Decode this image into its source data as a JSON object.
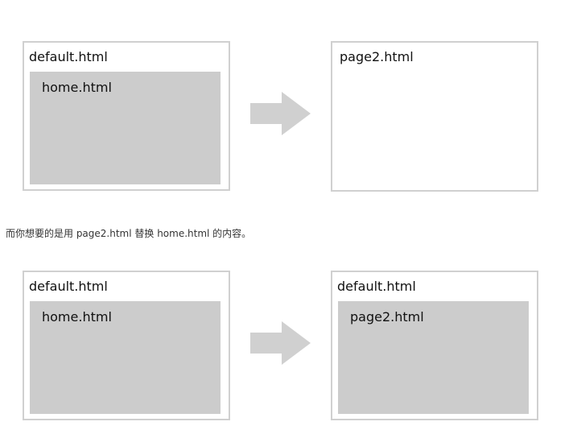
{
  "top": {
    "left_frame": {
      "title": "default.html",
      "inner": "home.html"
    },
    "right_frame": {
      "title": "page2.html"
    }
  },
  "caption": "而你想要的是用 page2.html 替换 home.html 的内容。",
  "bottom": {
    "left_frame": {
      "title": "default.html",
      "inner": "home.html"
    },
    "right_frame": {
      "title": "default.html",
      "inner": "page2.html"
    }
  },
  "colors": {
    "border": "#d0d0d0",
    "inner_fill": "#cccccc",
    "arrow": "#d0d0d0"
  },
  "icons": {
    "arrow": "right-arrow-icon"
  }
}
